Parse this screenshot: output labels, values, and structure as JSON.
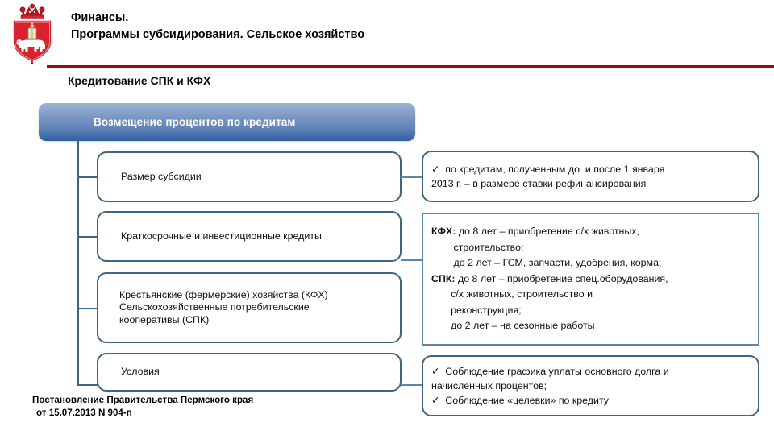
{
  "header": {
    "emblem_name": "perm-krai-coat-of-arms",
    "line1": "Финансы.",
    "line2": "Программы субсидирования. Сельское хозяйство",
    "rule_color": "#9c0b15"
  },
  "subtitle": "Кредитование СПК и КФХ",
  "diagram": {
    "root": {
      "label": "Возмещение процентов по кредитам",
      "fill_top": "#9fb3d4",
      "fill_bottom": "#31609f",
      "text_color": "#ffffff"
    },
    "border_color": "#3f6583",
    "rows": [
      {
        "left_label": "Размер субсидии",
        "right_lines": [
          "✓  по кредитам, полученным до  и после 1 января",
          "2013 г. – в размере ставки рефинансирования"
        ]
      },
      {
        "left_label": "Краткосрочные и инвестиционные кредиты",
        "right_lines": [
          "КФХ: до 8 лет – приобретение с/х животных,",
          "        строительство;",
          "        до 2 лет – ГСМ, запчасти, удобрения, корма;",
          "СПК: до 8 лет – приобретение спец.оборудования,",
          "       с/х животных, строительство и",
          "       реконструкция;",
          "       до 2 лет – на сезонные работы"
        ],
        "right_bold_prefixes": [
          "КФХ:",
          "СПК:"
        ],
        "right_square_corners": true
      },
      {
        "left_label": "Крестьянские (фермерские) хозяйства (КФХ)\nСельскохозяйственные потребительские\nкооперативы (СПК)",
        "right_lines": []
      },
      {
        "left_label": "Условия",
        "right_lines": [
          "✓  Соблюдение графика уплаты основного долга и",
          "начисленных процентов;",
          "✓  Соблюдение «целевки» по кредиту"
        ]
      }
    ]
  },
  "footer": {
    "line1": "Постановление Правительства Пермского края",
    "line2": "от 15.07.2013 N 904-п"
  }
}
